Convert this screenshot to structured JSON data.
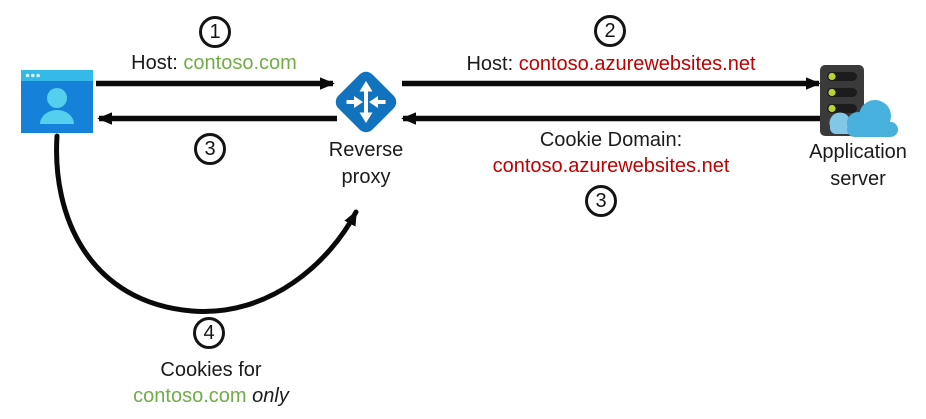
{
  "nodes": {
    "browser": {
      "icon": "browser-user-icon"
    },
    "proxy": {
      "icon": "router-icon",
      "label": [
        "Reverse",
        "proxy"
      ]
    },
    "server": {
      "icon": "server-cloud-icon",
      "label": [
        "Application",
        "server"
      ]
    }
  },
  "flows": {
    "step1": {
      "badge": "1",
      "prefix": "Host:",
      "value": "contoso.com"
    },
    "step2": {
      "badge": "2",
      "prefix": "Host:",
      "value": "contoso.azurewebsites.net"
    },
    "step3_to_browser": {
      "badge": "3"
    },
    "step3_to_proxy": {
      "badge": "3",
      "prefix": "Cookie Domain:",
      "value": "contoso.azurewebsites.net"
    },
    "step4": {
      "badge": "4",
      "line1": "Cookies for",
      "value": "contoso.com",
      "suffix": "only"
    }
  },
  "colors": {
    "contoso_green": "#70AD47",
    "azure_domain_red": "#C00000",
    "proxy_blue": "#1173BE",
    "browser_body_blue": "#1581D8",
    "browser_titlebar_cyan": "#35B9E9",
    "browser_person_cyan": "#54D0EE",
    "server_gray": "#3A3A3A",
    "server_led_green": "#B8D432",
    "cloud_blue": "#47B0DC",
    "cloud_light_blue": "#83C7E7",
    "arrow_black": "#0a0a0a"
  }
}
